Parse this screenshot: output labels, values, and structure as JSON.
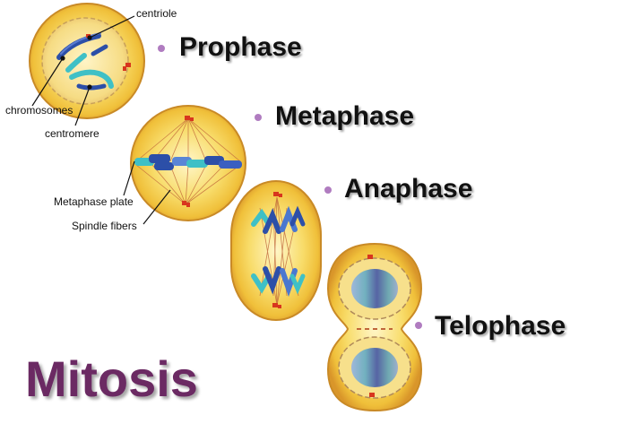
{
  "title": "Mitosis",
  "stages": [
    {
      "label": "Prophase"
    },
    {
      "label": "Metaphase"
    },
    {
      "label": "Anaphase"
    },
    {
      "label": "Telophase"
    }
  ],
  "annotations": {
    "centriole": "centriole",
    "chromosomes": "chromosomes",
    "centromere": "centromere",
    "metaphase_plate": "Metaphase plate",
    "spindle_fibers": "Spindle fibers"
  },
  "colors": {
    "title": "#6b2a63",
    "bullet": "#b07cc0",
    "cell_fill": "#f6d24a",
    "cell_edge": "#d9962a",
    "chromosome_blue": "#2c4fa8",
    "chromosome_teal": "#3fc0c6",
    "centriole": "#d8361e"
  }
}
